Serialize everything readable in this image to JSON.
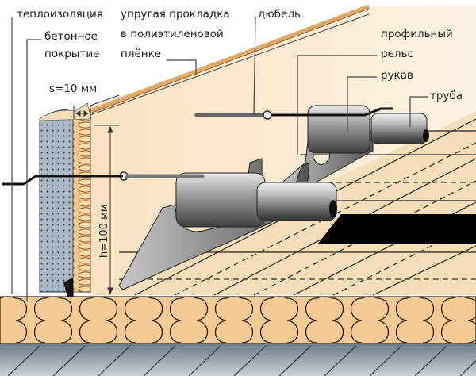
{
  "diagram": {
    "title": "Floor heating pipe installation cross-section",
    "labels": {
      "insulation": "теплоизоляция",
      "concrete": [
        "бетонное",
        "покрытие"
      ],
      "elastic_strip": [
        "упругая прокладка",
        "в полиэтиленовой",
        "плёнке"
      ],
      "dowel": "дюбель",
      "profile_rail": [
        "профильный",
        "рельс"
      ],
      "sleeve": "рукав",
      "pipe": "труба",
      "gap": "s=10 мм",
      "height": "h=100 мм"
    },
    "colors": {
      "wall_bg": "#fbe6c8",
      "insulation_fill": "#f5c98f",
      "concrete_fill": "#a9b8c6",
      "floor_grid": "#f6dfb8",
      "subfloor": "#8d9aa6",
      "pipe_gray": "#8a8a8a",
      "black_panel": "#000000"
    }
  }
}
